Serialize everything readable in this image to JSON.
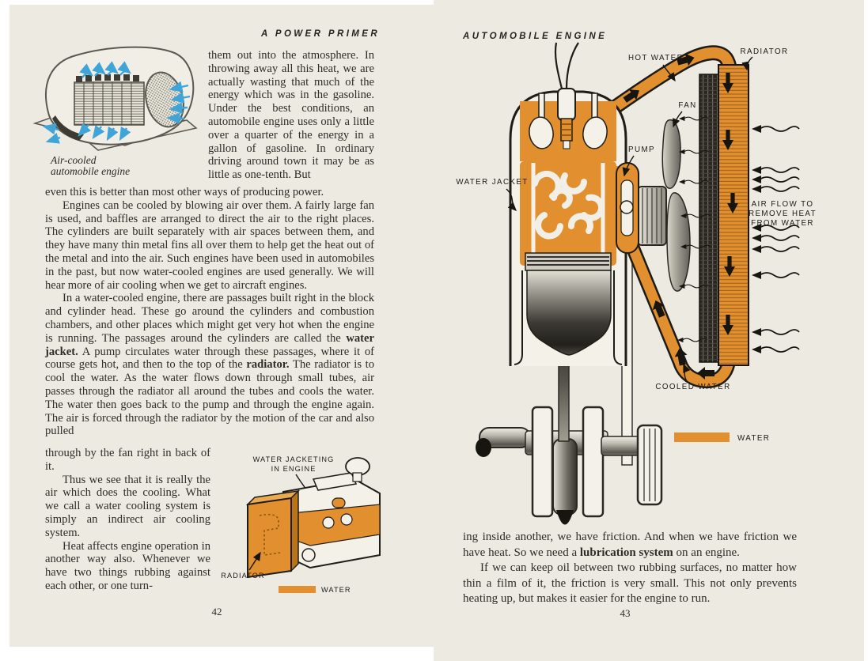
{
  "colors": {
    "orange": "#E18F2F",
    "paper": "#EDEAE2",
    "ink": "#2E2C28",
    "blue": "#3FA5D9"
  },
  "left": {
    "header": "A POWER PRIMER",
    "folio": "42",
    "fig1": {
      "caption1": "Air-cooled",
      "caption2": "automobile engine"
    },
    "para1_narrow": "them out into the atmosphere. In throwing away all this heat, we are actually wasting that much of the energy which was in the gasoline. Under the best conditions, an automobile engine uses only a little over a quarter of the energy in a gallon of gasoline. In ordinary driving around town it may be as little as one-tenth. But",
    "para1_end": "even this is better than most other ways of producing power.",
    "para2": "Engines can be cooled by blowing air over them. A fairly large fan is used, and baffles are arranged to direct the air to the right places. The cylinders are built separately with air spaces between them, and they have many thin metal fins all over them to help get the heat out of the metal and into the air. Such engines have been used in automobiles in the past, but now water-cooled engines are used generally. We will hear more of air cooling when we get to aircraft engines.",
    "para3": {
      "s1": "In a water-cooled engine, there are passages built right in the block and cylinder head. These go around the cylinders and combustion chambers, and other places which might get very hot when the engine is running. The passages around the cylinders are called the ",
      "b1": "water jacket.",
      "s2": " A pump circulates water through these passages, where it of course gets hot, and then to the top of the ",
      "b2": "radiator.",
      "s3": " The radiator is to cool the water. As the water flows down through small tubes, air passes through the radiator all around the tubes and cools the water. The water then goes back to the pump and through the engine again. The air is forced through the radiator by the motion of the car and also pulled"
    },
    "para3_tail": "through by the fan right in back of it.",
    "para4": "Thus we see that it is really the air which does the cooling. What we call a water cooling system is simply an indirect air cooling system.",
    "para5": "Heat affects engine operation in another way also. Whenever we have two things rubbing against each other, or one turn-",
    "fig2": {
      "title1": "WATER JACKETING",
      "title2": "IN ENGINE",
      "radiator": "RADIATOR",
      "legend": "WATER"
    }
  },
  "right": {
    "header": "AUTOMOBILE ENGINE",
    "folio": "43",
    "diagram": {
      "hot_water": "HOT WATER",
      "radiator": "RADIATOR",
      "fan": "FAN",
      "pump": "PUMP",
      "water_jacket": "WATER JACKET",
      "air1": "AIR FLOW TO",
      "air2": "REMOVE HEAT",
      "air3": "FROM WATER",
      "cooled_water": "COOLED WATER",
      "legend": "WATER"
    },
    "para1": {
      "s1": "ing inside another, we have friction. And when we have friction we have heat. So we need a ",
      "b1": "lubrication system",
      "s2": " on an engine."
    },
    "para2": "If we can keep oil between two rubbing surfaces, no matter how thin a film of it, the friction is very small. This not only prevents heating up, but makes it easier for the engine to run."
  }
}
